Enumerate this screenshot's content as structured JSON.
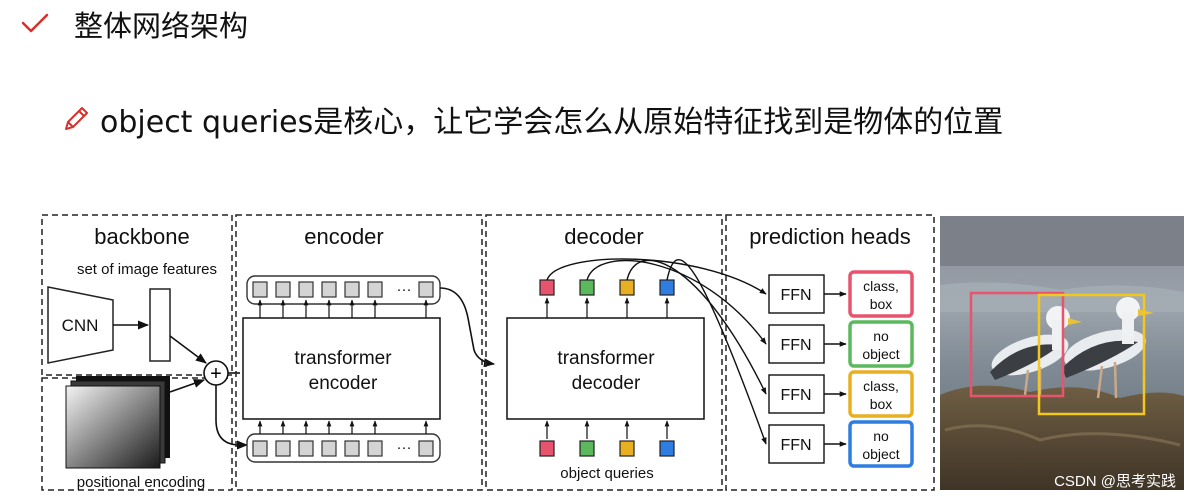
{
  "heading": {
    "title": "整体网络架构",
    "icon": "check-icon",
    "icon_color": "#d9302b"
  },
  "note": {
    "text": "object queries是核心，让它学会怎么从原始特征找到是物体的位置",
    "icon": "pencil-icon",
    "icon_color": "#d9302b"
  },
  "diagram": {
    "backbone": {
      "title": "backbone",
      "features_label": "set of image features",
      "cnn_label": "CNN",
      "pos_label": "positional encoding",
      "plus": "+"
    },
    "encoder": {
      "title": "encoder",
      "box_line1": "transformer",
      "box_line2": "encoder",
      "ellipsis": "···"
    },
    "decoder": {
      "title": "decoder",
      "box_line1": "transformer",
      "box_line2": "decoder",
      "queries_label": "object queries",
      "query_colors": [
        "#e8546d",
        "#5cb85c",
        "#e8b021",
        "#2f7de1"
      ]
    },
    "prediction": {
      "title": "prediction heads",
      "ffn_label": "FFN",
      "outputs": [
        {
          "line1": "class,",
          "line2": "box",
          "color": "#e8546d"
        },
        {
          "line1": "no",
          "line2": "object",
          "color": "#5cb85c"
        },
        {
          "line1": "class,",
          "line2": "box",
          "color": "#e8b021"
        },
        {
          "line1": "no",
          "line2": "object",
          "color": "#2f7de1"
        }
      ]
    },
    "photo": {
      "watermark": "CSDN @思考实践",
      "box_colors": [
        "#e8546d",
        "#f2c81e"
      ]
    }
  }
}
